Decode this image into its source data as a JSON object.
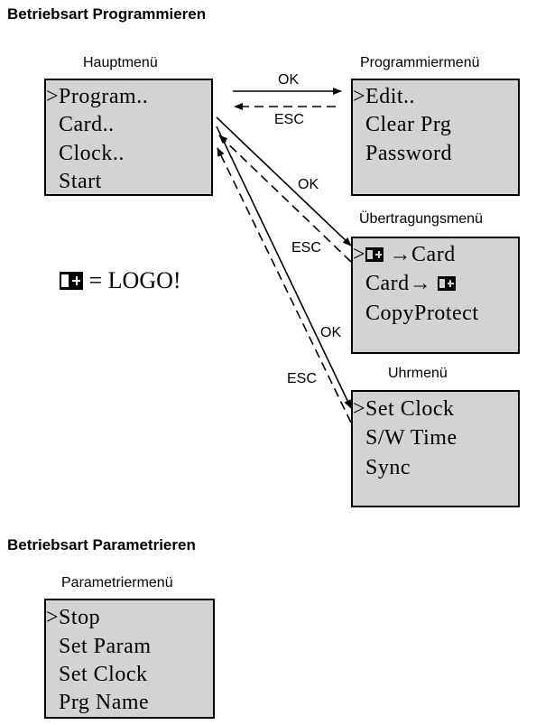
{
  "sections": {
    "programming_heading": "Betriebsart Programmieren",
    "parameter_heading": "Betriebsart Parametrieren"
  },
  "menus": {
    "main": {
      "title": "Hauptmenü",
      "items": [
        "Program..",
        "Card..",
        "Clock..",
        "Start"
      ]
    },
    "program": {
      "title": "Programmiermenü",
      "items": [
        "Edit..",
        "Clear Prg",
        "Password"
      ]
    },
    "transfer": {
      "title": "Übertragungsmenü",
      "items": [
        "→Card",
        "Card→",
        "CopyProtect"
      ]
    },
    "clock": {
      "title": "Uhrmenü",
      "items": [
        "Set Clock",
        "S/W Time",
        "Sync"
      ]
    },
    "param": {
      "title": "Parametriermenü",
      "items": [
        "Stop",
        "Set Param",
        "Set Clock",
        "Prg Name"
      ]
    }
  },
  "arrows": {
    "ok": "OK",
    "esc": "ESC"
  },
  "legend": {
    "text": "= LOGO!"
  },
  "cursor": ">",
  "colors": {
    "lcd_background": "#d3d3d3",
    "ink": "#000000"
  }
}
